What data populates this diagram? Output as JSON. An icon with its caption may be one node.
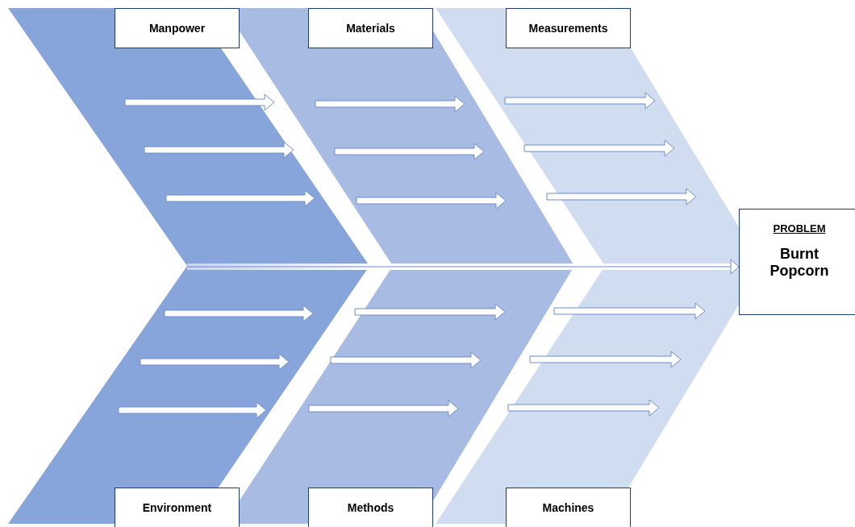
{
  "diagram": {
    "nodes": [
      {
        "text": [
          "Manpower"
        ]
      },
      {
        "text": [
          "Materials"
        ]
      },
      {
        "text": [
          "Measurements"
        ]
      },
      {
        "text": [
          "Environment"
        ]
      },
      {
        "text": [
          "Methods"
        ]
      },
      {
        "text": [
          "Machines"
        ]
      },
      {
        "text": [
          "PROBLEM",
          "Burnt Popcorn"
        ]
      }
    ],
    "edges": [
      {
        "from": null,
        "to": 6,
        "arrow": "to"
      }
    ]
  }
}
